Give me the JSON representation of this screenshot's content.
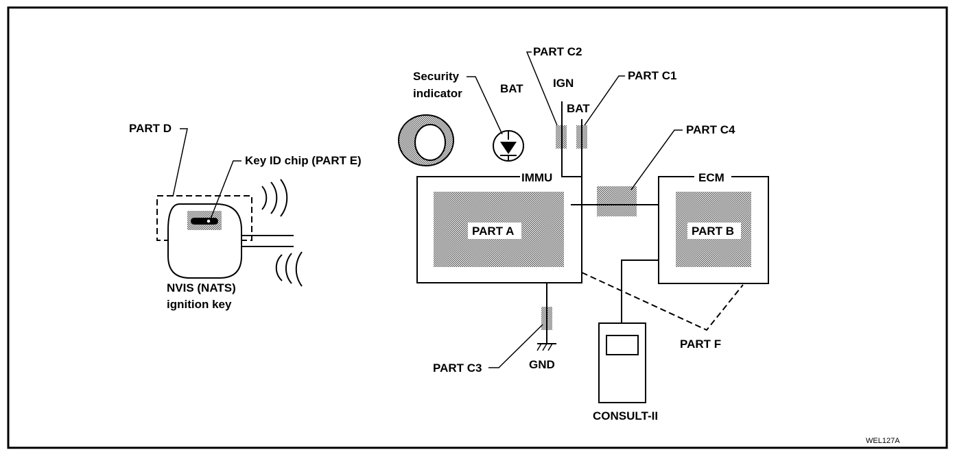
{
  "labels": {
    "part_d": "PART D",
    "key_id_chip": "Key ID chip (PART E)",
    "key_caption_line1": "NVIS (NATS)",
    "key_caption_line2": "ignition key",
    "security_line1": "Security",
    "security_line2": "indicator",
    "bat_indicator": "BAT",
    "part_c2": "PART C2",
    "ign": "IGN",
    "bat_c1": "BAT",
    "part_c1": "PART C1",
    "part_c4": "PART C4",
    "immu": "IMMU",
    "ecm": "ECM",
    "part_a": "PART A",
    "part_b": "PART B",
    "part_c3": "PART C3",
    "gnd": "GND",
    "part_f": "PART F",
    "consult": "CONSULT-II",
    "figure_code": "WEL127A"
  },
  "colors": {
    "line": "#000000",
    "background": "#ffffff",
    "hatch": "#a6a6a6"
  }
}
